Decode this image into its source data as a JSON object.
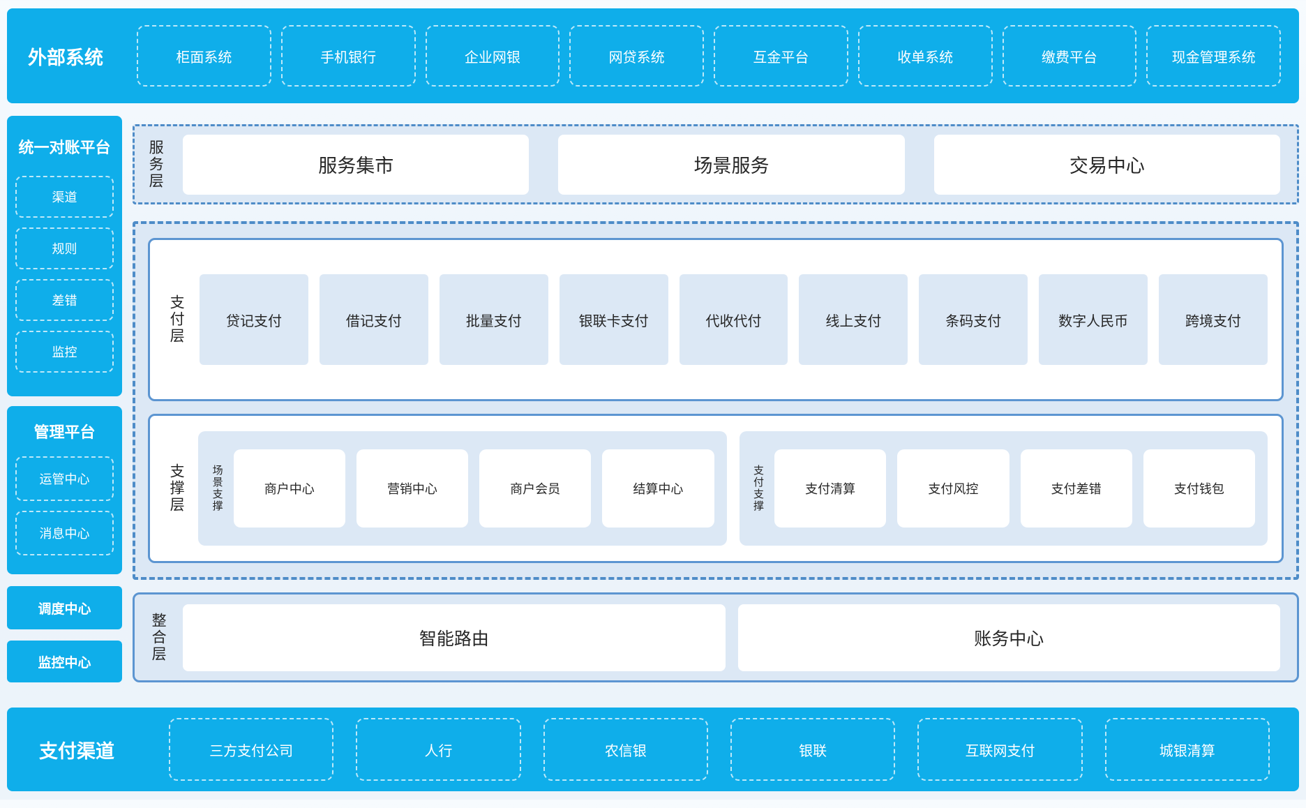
{
  "external_systems": {
    "title": "外部系统",
    "items": [
      "柜面系统",
      "手机银行",
      "企业网银",
      "网贷系统",
      "互金平台",
      "收单系统",
      "缴费平台",
      "现金管理系统"
    ]
  },
  "sidebar": {
    "reconciliation": {
      "title": "统一对账平台",
      "items": [
        "渠道",
        "规则",
        "差错",
        "监控"
      ]
    },
    "management": {
      "title": "管理平台",
      "items": [
        "运管中心",
        "消息中心"
      ]
    },
    "dispatch_center": "调度中心",
    "monitoring_center": "监控中心"
  },
  "service_layer": {
    "label": "服务层",
    "items": [
      "服务集市",
      "场景服务",
      "交易中心"
    ]
  },
  "payment_layer": {
    "label": "支付层",
    "items": [
      "贷记支付",
      "借记支付",
      "批量支付",
      "银联卡支付",
      "代收代付",
      "线上支付",
      "条码支付",
      "数字人民币",
      "跨境支付"
    ]
  },
  "support_layer": {
    "label": "支撑层",
    "groups": [
      {
        "label": "场景支撑",
        "items": [
          "商户中心",
          "营销中心",
          "商户会员",
          "结算中心"
        ]
      },
      {
        "label": "支付支撑",
        "items": [
          "支付清算",
          "支付风控",
          "支付差错",
          "支付钱包"
        ]
      }
    ]
  },
  "integration_layer": {
    "label": "整合层",
    "items": [
      "智能路由",
      "账务中心"
    ]
  },
  "payment_channels": {
    "title": "支付渠道",
    "items": [
      "三方支付公司",
      "人行",
      "农信银",
      "银联",
      "互联网支付",
      "城银清算"
    ]
  },
  "colors": {
    "brand_blue": "#0FAEEA",
    "panel_light_blue": "#DCE8F5",
    "dashed_border_blue": "#4E8CC8",
    "solid_border_blue": "#5C95D1",
    "text_dark": "#262626",
    "text_white": "#FFFFFF"
  }
}
